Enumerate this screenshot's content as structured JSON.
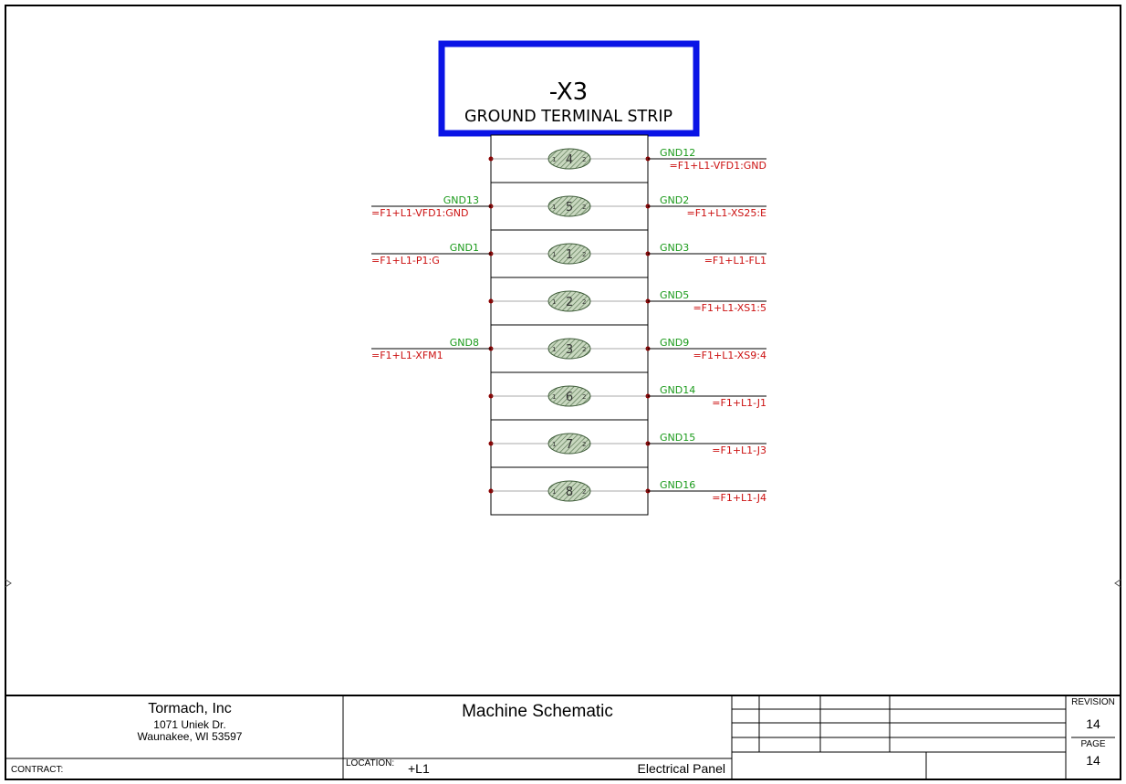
{
  "strip": {
    "tag": "-X3",
    "title": "GROUND TERMINAL STRIP",
    "header_color": "#0a14e6",
    "wire_color": "#1a9a1a",
    "ref_color": "#cc1111",
    "pin_left_label": "1",
    "pin_right_label": "2"
  },
  "terminals": [
    {
      "number": "4",
      "left_wire": "",
      "left_ref": "",
      "right_wire": "GND12",
      "right_ref": "=F1+L1-VFD1:GND"
    },
    {
      "number": "5",
      "left_wire": "GND13",
      "left_ref": "=F1+L1-VFD1:GND",
      "right_wire": "GND2",
      "right_ref": "=F1+L1-XS25:E"
    },
    {
      "number": "1",
      "left_wire": "GND1",
      "left_ref": "=F1+L1-P1:G",
      "right_wire": "GND3",
      "right_ref": "=F1+L1-FL1"
    },
    {
      "number": "2",
      "left_wire": "",
      "left_ref": "",
      "right_wire": "GND5",
      "right_ref": "=F1+L1-XS1:5"
    },
    {
      "number": "3",
      "left_wire": "GND8",
      "left_ref": "=F1+L1-XFM1",
      "right_wire": "GND9",
      "right_ref": "=F1+L1-XS9:4"
    },
    {
      "number": "6",
      "left_wire": "",
      "left_ref": "",
      "right_wire": "GND14",
      "right_ref": "=F1+L1-J1"
    },
    {
      "number": "7",
      "left_wire": "",
      "left_ref": "",
      "right_wire": "GND15",
      "right_ref": "=F1+L1-J3"
    },
    {
      "number": "8",
      "left_wire": "",
      "left_ref": "",
      "right_wire": "GND16",
      "right_ref": "=F1+L1-J4"
    }
  ],
  "title_block": {
    "company": "Tormach, Inc",
    "address_line1": "1071 Uniek Dr.",
    "address_line2": "Waunakee, WI 53597",
    "drawing_title": "Machine Schematic",
    "contract_label": "CONTRACT:",
    "location_label": "LOCATION:",
    "location_value": "+L1",
    "location_desc": "Electrical Panel",
    "revision_label": "REVISION",
    "revision_value": "14",
    "page_label": "PAGE",
    "page_value": "14"
  }
}
